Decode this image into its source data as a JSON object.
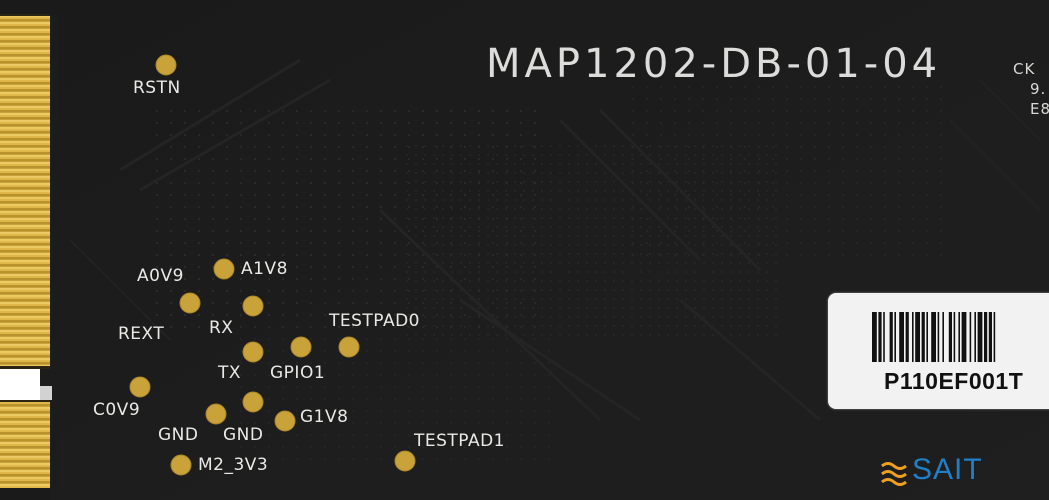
{
  "board": {
    "part_number": "MAP1202-DB-01-04",
    "edge_text_lines": [
      "CK",
      "9.",
      "E8"
    ]
  },
  "test_points": [
    {
      "label": "RSTN"
    },
    {
      "label": "A0V9"
    },
    {
      "label": "A1V8"
    },
    {
      "label": "REXT"
    },
    {
      "label": "RX"
    },
    {
      "label": "TESTPAD0"
    },
    {
      "label": "TX"
    },
    {
      "label": "GPIO1"
    },
    {
      "label": "C0V9"
    },
    {
      "label": "GND"
    },
    {
      "label": "GND"
    },
    {
      "label": "G1V8"
    },
    {
      "label": "TESTPAD1"
    },
    {
      "label": "M2_3V3"
    }
  ],
  "sticker": {
    "serial": "P110EF001T"
  },
  "logo": {
    "text": "SAIT"
  },
  "colors": {
    "pcb": "#1c1c1c",
    "gold": "#c9a23a",
    "silkscreen": "#e9e9e6",
    "logo_blue": "#1f7fc9",
    "logo_orange": "#f0a020"
  }
}
